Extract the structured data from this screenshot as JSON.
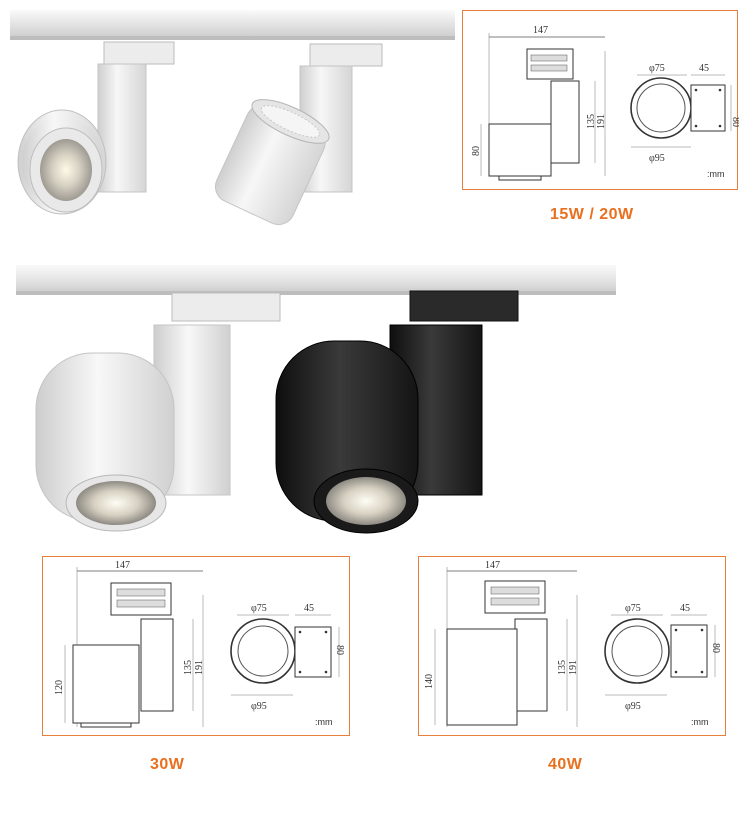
{
  "colors": {
    "accent": "#e8701e",
    "panel_border": "#e87f3a",
    "white_body": "#f2f2f2",
    "black_body": "#1e1e1e"
  },
  "panels": [
    {
      "caption": "15W / 20W",
      "dims": {
        "width": "147",
        "height_body": "135",
        "height_total": "191",
        "head_height": "80",
        "inner_dia": "φ75",
        "outer_dia": "φ95",
        "adapter_w": "45",
        "adapter_h": "80",
        "unit": ":mm"
      }
    },
    {
      "caption": "30W",
      "dims": {
        "width": "147",
        "height_body": "135",
        "height_total": "191",
        "head_height": "120",
        "inner_dia": "φ75",
        "outer_dia": "φ95",
        "adapter_w": "45",
        "adapter_h": "80",
        "unit": ":mm"
      }
    },
    {
      "caption": "40W",
      "dims": {
        "width": "147",
        "height_body": "135",
        "height_total": "191",
        "head_height": "140",
        "inner_dia": "φ75",
        "outer_dia": "φ95",
        "adapter_w": "45",
        "adapter_h": "80",
        "unit": ":mm"
      }
    }
  ],
  "photos": [
    {
      "name": "white-small-spotlights",
      "colors": [
        "white",
        "white"
      ]
    },
    {
      "name": "large-spotlights",
      "colors": [
        "white",
        "black"
      ]
    }
  ]
}
